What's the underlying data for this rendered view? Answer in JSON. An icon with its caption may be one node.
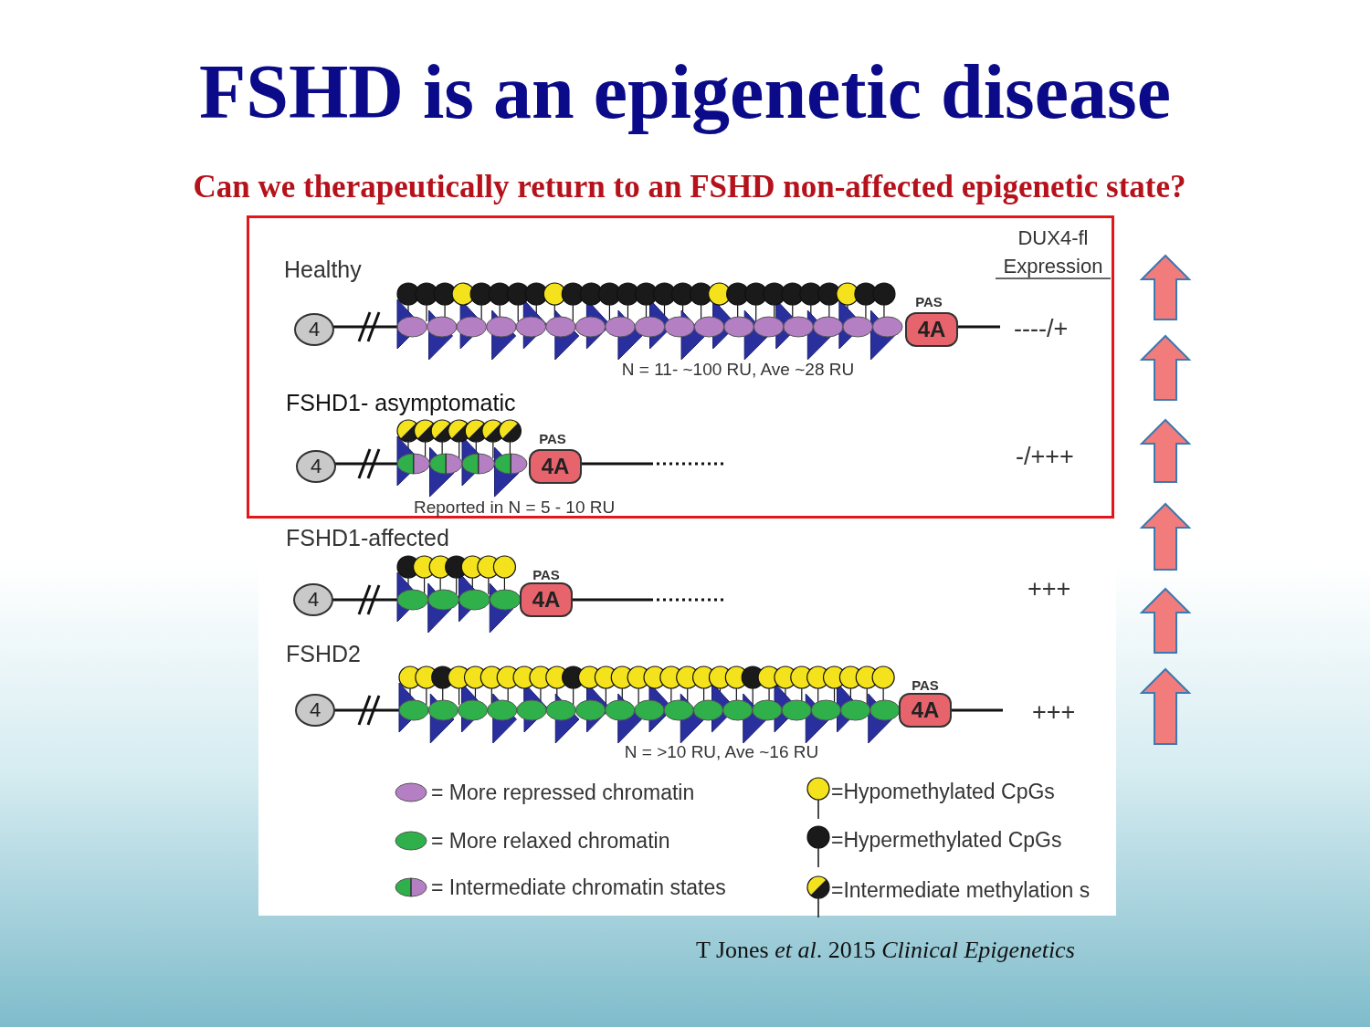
{
  "diagram": {
    "title": "FSHD is an epigenetic disease",
    "caption": "T Jones *et al*. 2015 *Clinical Epigenetics*",
    "nodes": [
      {
        "text": [],
        "shape": "box"
      },
      {
        "text": [
          "4"
        ],
        "in": 0
      },
      {
        "text": [
          "4A"
        ],
        "in": 0,
        "beside": [
          "PAS"
        ]
      },
      {
        "text": [
          "4"
        ],
        "in": 0
      },
      {
        "text": [
          "4A"
        ],
        "in": 0,
        "beside": [
          "PAS"
        ]
      },
      {
        "text": [
          "4"
        ]
      },
      {
        "text": [
          "4A"
        ],
        "beside": [
          "PAS"
        ]
      },
      {
        "text": [
          "4"
        ]
      },
      {
        "text": [
          "4A"
        ],
        "beside": [
          "PAS"
        ]
      }
    ],
    "labels": [
      "Can we therapeutically return to an FSHD non-affected epigenetic state?",
      "DUX4-fl Expression",
      "Healthy",
      "----/+",
      "N = 11- ~100 RU, Ave ~28 RU",
      "FSHD1- asymptomatic",
      "-/+++",
      "Reported in N = 5 - 10 RU",
      "FSHD1-affected",
      "+++",
      "FSHD2",
      "+++",
      "N = >10 RU, Ave ~16 RU"
    ],
    "legend": [
      {
        "text": "= More repressed chromatin",
        "color": "#b57fc4"
      },
      {
        "text": "= More relaxed chromatin",
        "color": "#2fb04a"
      },
      {
        "text": "= Intermediate chromatin states"
      },
      {
        "text": "=Hypomethylated CpGs"
      },
      {
        "text": "=Hypermethylated CpGs"
      },
      {
        "text": "=Intermediate methylation s"
      }
    ]
  }
}
